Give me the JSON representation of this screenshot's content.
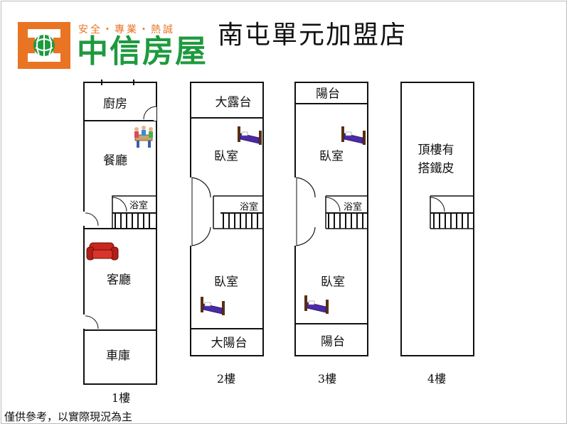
{
  "header": {
    "slogan": "安全・專業・熱誠",
    "brand": "中信房屋",
    "store": "南屯單元加盟店"
  },
  "floors": [
    {
      "label": "1樓",
      "rooms": [
        "廚房",
        "餐廳",
        "浴室",
        "客廳",
        "車庫"
      ]
    },
    {
      "label": "2樓",
      "rooms": [
        "大露台",
        "臥室",
        "浴室",
        "臥室",
        "大陽台"
      ]
    },
    {
      "label": "3樓",
      "rooms": [
        "陽台",
        "臥室",
        "浴室",
        "臥室",
        "陽台"
      ]
    },
    {
      "label": "4樓",
      "rooms": [
        "頂樓有",
        "搭鐵皮"
      ]
    }
  ],
  "disclaimer": "僅供參考，以實際現況為主",
  "colors": {
    "brand_green": "#1e9a3e",
    "brand_orange": "#e97424",
    "furniture_red": "#c8261e",
    "bed_purple": "#4b2aa8",
    "bed_brown": "#5a2f10"
  },
  "icons": [
    "logo-emblem-icon",
    "family-icon",
    "sofa-icon",
    "bed-icon"
  ]
}
